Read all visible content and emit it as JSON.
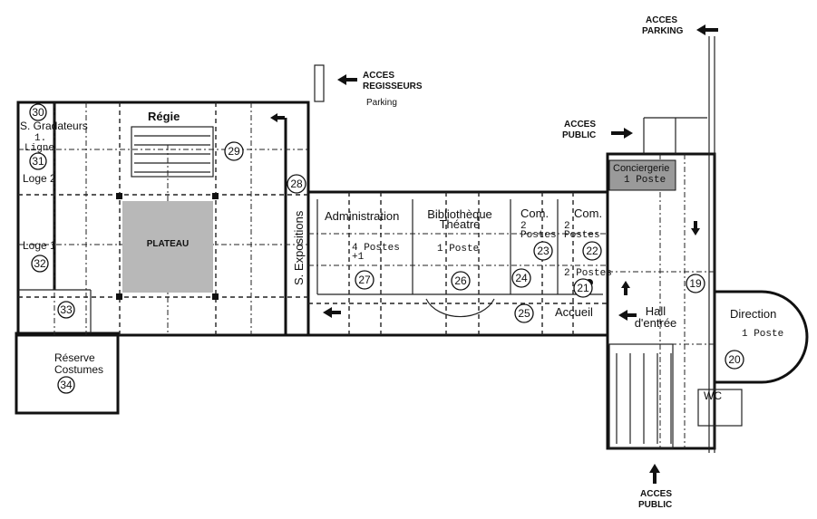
{
  "access": {
    "regisseurs": [
      "ACCES",
      "REGISSEURS"
    ],
    "parking_small": "Parking",
    "parking": [
      "ACCES",
      "PARKING"
    ],
    "public_top": [
      "ACCES",
      "PUBLIC"
    ],
    "public_bottom": [
      "ACCES",
      "PUBLIC"
    ]
  },
  "rooms": {
    "r30": {
      "num": "30",
      "name": "S. Gradateurs"
    },
    "r31": {
      "num": "31",
      "name": "Loge 2",
      "note": [
        "1.",
        "Ligne"
      ]
    },
    "r32": {
      "num": "32",
      "name": "Loge 1"
    },
    "r33": {
      "num": "33"
    },
    "r34": {
      "num": "34",
      "name": [
        "Réserve",
        "Costumes"
      ]
    },
    "regie": {
      "name": "Régie"
    },
    "r29": {
      "num": "29"
    },
    "plateau": {
      "name": "PLATEAU"
    },
    "r28": {
      "num": "28",
      "name": "S. Expositions"
    },
    "r27": {
      "num": "27",
      "name": "Administration",
      "postes": [
        "4 Postes",
        "+1"
      ]
    },
    "r26": {
      "num": "26",
      "name": [
        "Bibliothèque",
        "Théatre"
      ],
      "postes": "1 Poste"
    },
    "r23": {
      "num": "23",
      "name": "Com.",
      "postes": [
        "2",
        "Postes"
      ]
    },
    "r22": {
      "num": "22",
      "name": "Com.",
      "postes": [
        "2",
        "Postes"
      ]
    },
    "r24": {
      "num": "24"
    },
    "r21": {
      "num": "21",
      "postes": "2 Postes"
    },
    "r25": {
      "num": "25",
      "name": "Accueil"
    },
    "hall": {
      "name": [
        "Hall",
        "d'entrée"
      ]
    },
    "conciergerie": {
      "name": "Conciergerie",
      "postes": "1 Poste"
    },
    "r19": {
      "num": "19"
    },
    "r20": {
      "num": "20",
      "name": "Direction",
      "postes": "1 Poste"
    },
    "wc": {
      "name": "WC"
    }
  },
  "colors": {
    "shade": "#b8b8b8",
    "line": "#111111"
  }
}
